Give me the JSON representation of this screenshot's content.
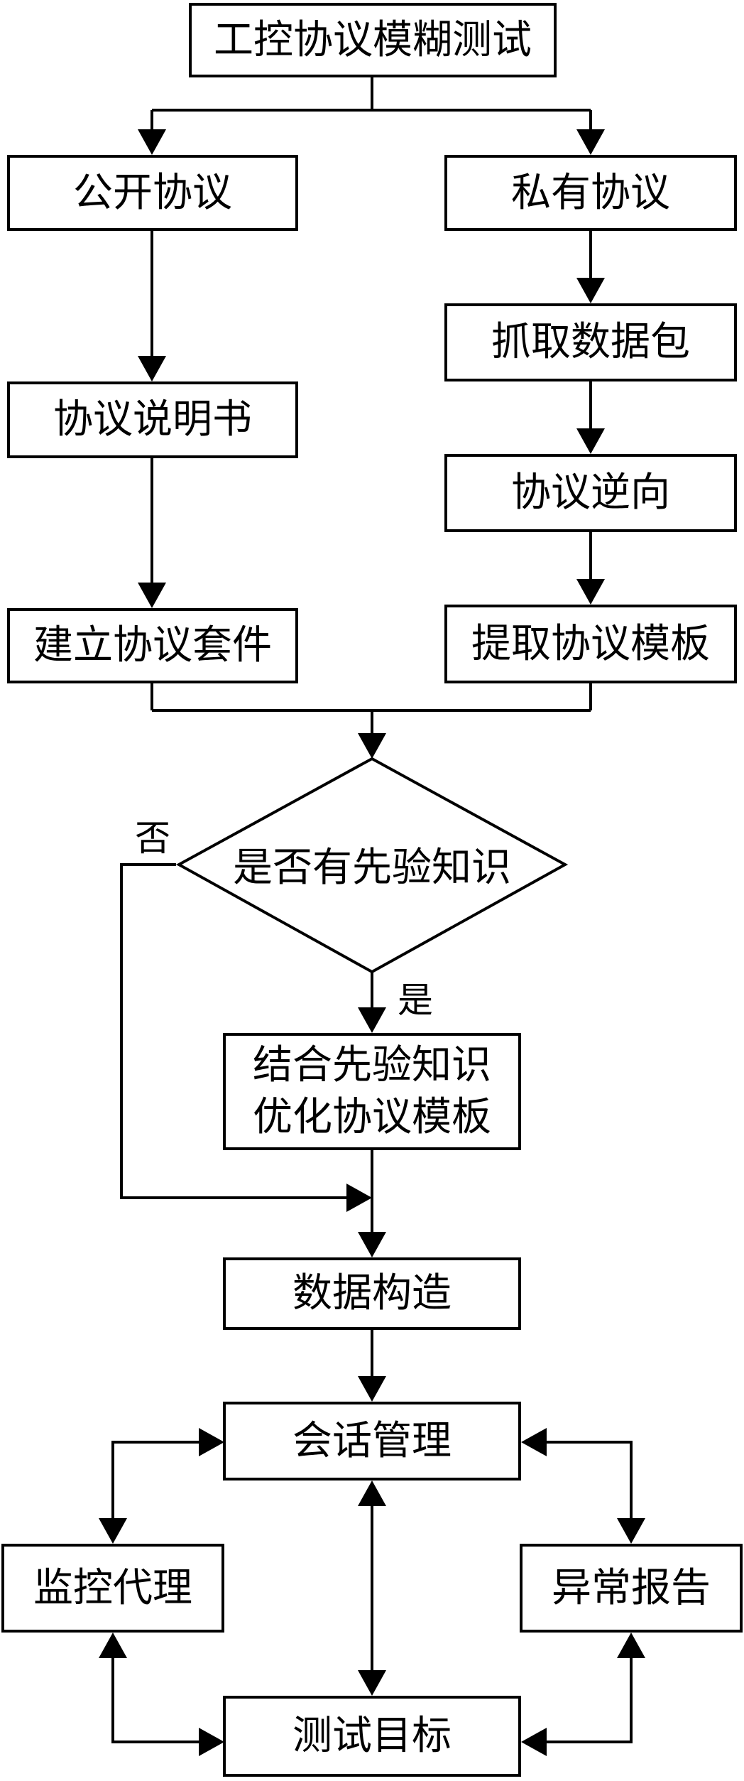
{
  "nodes": {
    "root": "工控协议模糊测试",
    "public": "公开协议",
    "private": "私有协议",
    "spec": "协议说明书",
    "capture": "抓取数据包",
    "reverse": "协议逆向",
    "suite": "建立协议套件",
    "extract": "提取协议模板",
    "decision": "是否有先验知识",
    "optimize_line1": "结合先验知识",
    "optimize_line2": "优化协议模板",
    "construct": "数据构造",
    "session": "会话管理",
    "monitor": "监控代理",
    "report": "异常报告",
    "target": "测试目标"
  },
  "labels": {
    "no": "否",
    "yes": "是"
  }
}
